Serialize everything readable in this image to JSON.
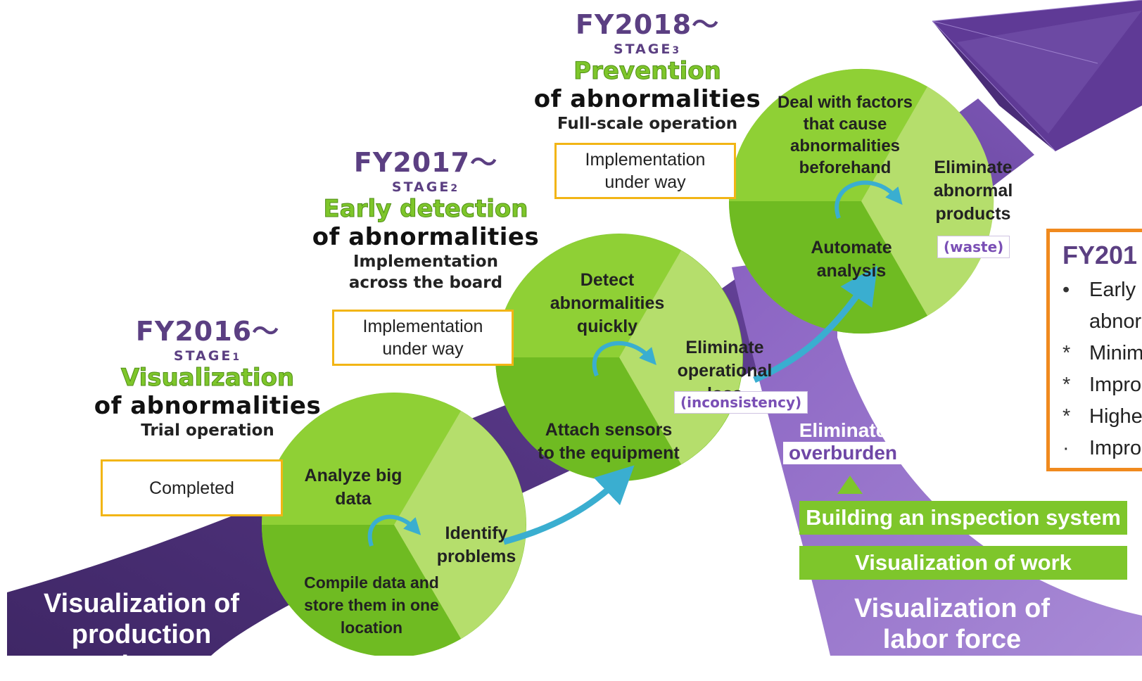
{
  "stages": [
    {
      "fy": "FY2016～",
      "stage_word": "STAGE",
      "stage_num": "1",
      "green_title": "Visualization",
      "black_title": "of abnormalities",
      "subtitle": "Trial operation",
      "status": "Completed"
    },
    {
      "fy": "FY2017～",
      "stage_word": "STAGE",
      "stage_num": "2",
      "green_title": "Early detection",
      "black_title": "of abnormalities",
      "subtitle": "Implementation across the board",
      "status": "Implementation under way"
    },
    {
      "fy": "FY2018～",
      "stage_word": "STAGE",
      "stage_num": "3",
      "green_title": "Prevention",
      "black_title": "of abnormalities",
      "subtitle": "Full-scale operation",
      "status": "Implementation under way"
    }
  ],
  "circles": [
    {
      "top": "Analyze big data",
      "right": "Identify problems",
      "bottom": "Compile data and store them in one location"
    },
    {
      "top": "Detect abnormalities quickly",
      "right": "Eliminate operational loss",
      "tag": "(inconsistency)",
      "bottom": "Attach sensors to the equipment"
    },
    {
      "top": "Deal with factors that cause abnormalities beforehand",
      "right": "Eliminate abnormal products",
      "tag": "(waste)",
      "bottom": "Automate analysis"
    }
  ],
  "eliminate_overburden": {
    "line1": "Eliminate",
    "line2": "overburden"
  },
  "green_bars": [
    "Building an inspection system",
    "Visualization of work"
  ],
  "band_labels": {
    "production": "Visualization of production equipment",
    "labor": "Visualization of labor force"
  },
  "fy_box": {
    "heading": "FY201",
    "items": [
      {
        "bullet": "•",
        "text": "Early"
      },
      {
        "bullet": "",
        "text": "abnor"
      },
      {
        "bullet": "*",
        "text": "Minim"
      },
      {
        "bullet": "*",
        "text": "Impro"
      },
      {
        "bullet": "*",
        "text": "Highe"
      },
      {
        "bullet": "·",
        "text": "Impro"
      }
    ]
  },
  "colors": {
    "purple_dark": "#4b2f72",
    "purple_mid": "#6f47a6",
    "purple_light": "#9b79c9",
    "green": "#7ec62b",
    "green_light": "#b5de6c",
    "teal_arrow": "#3aaed0",
    "status_border": "#f2b515",
    "fy_box_border": "#f08a1e"
  }
}
